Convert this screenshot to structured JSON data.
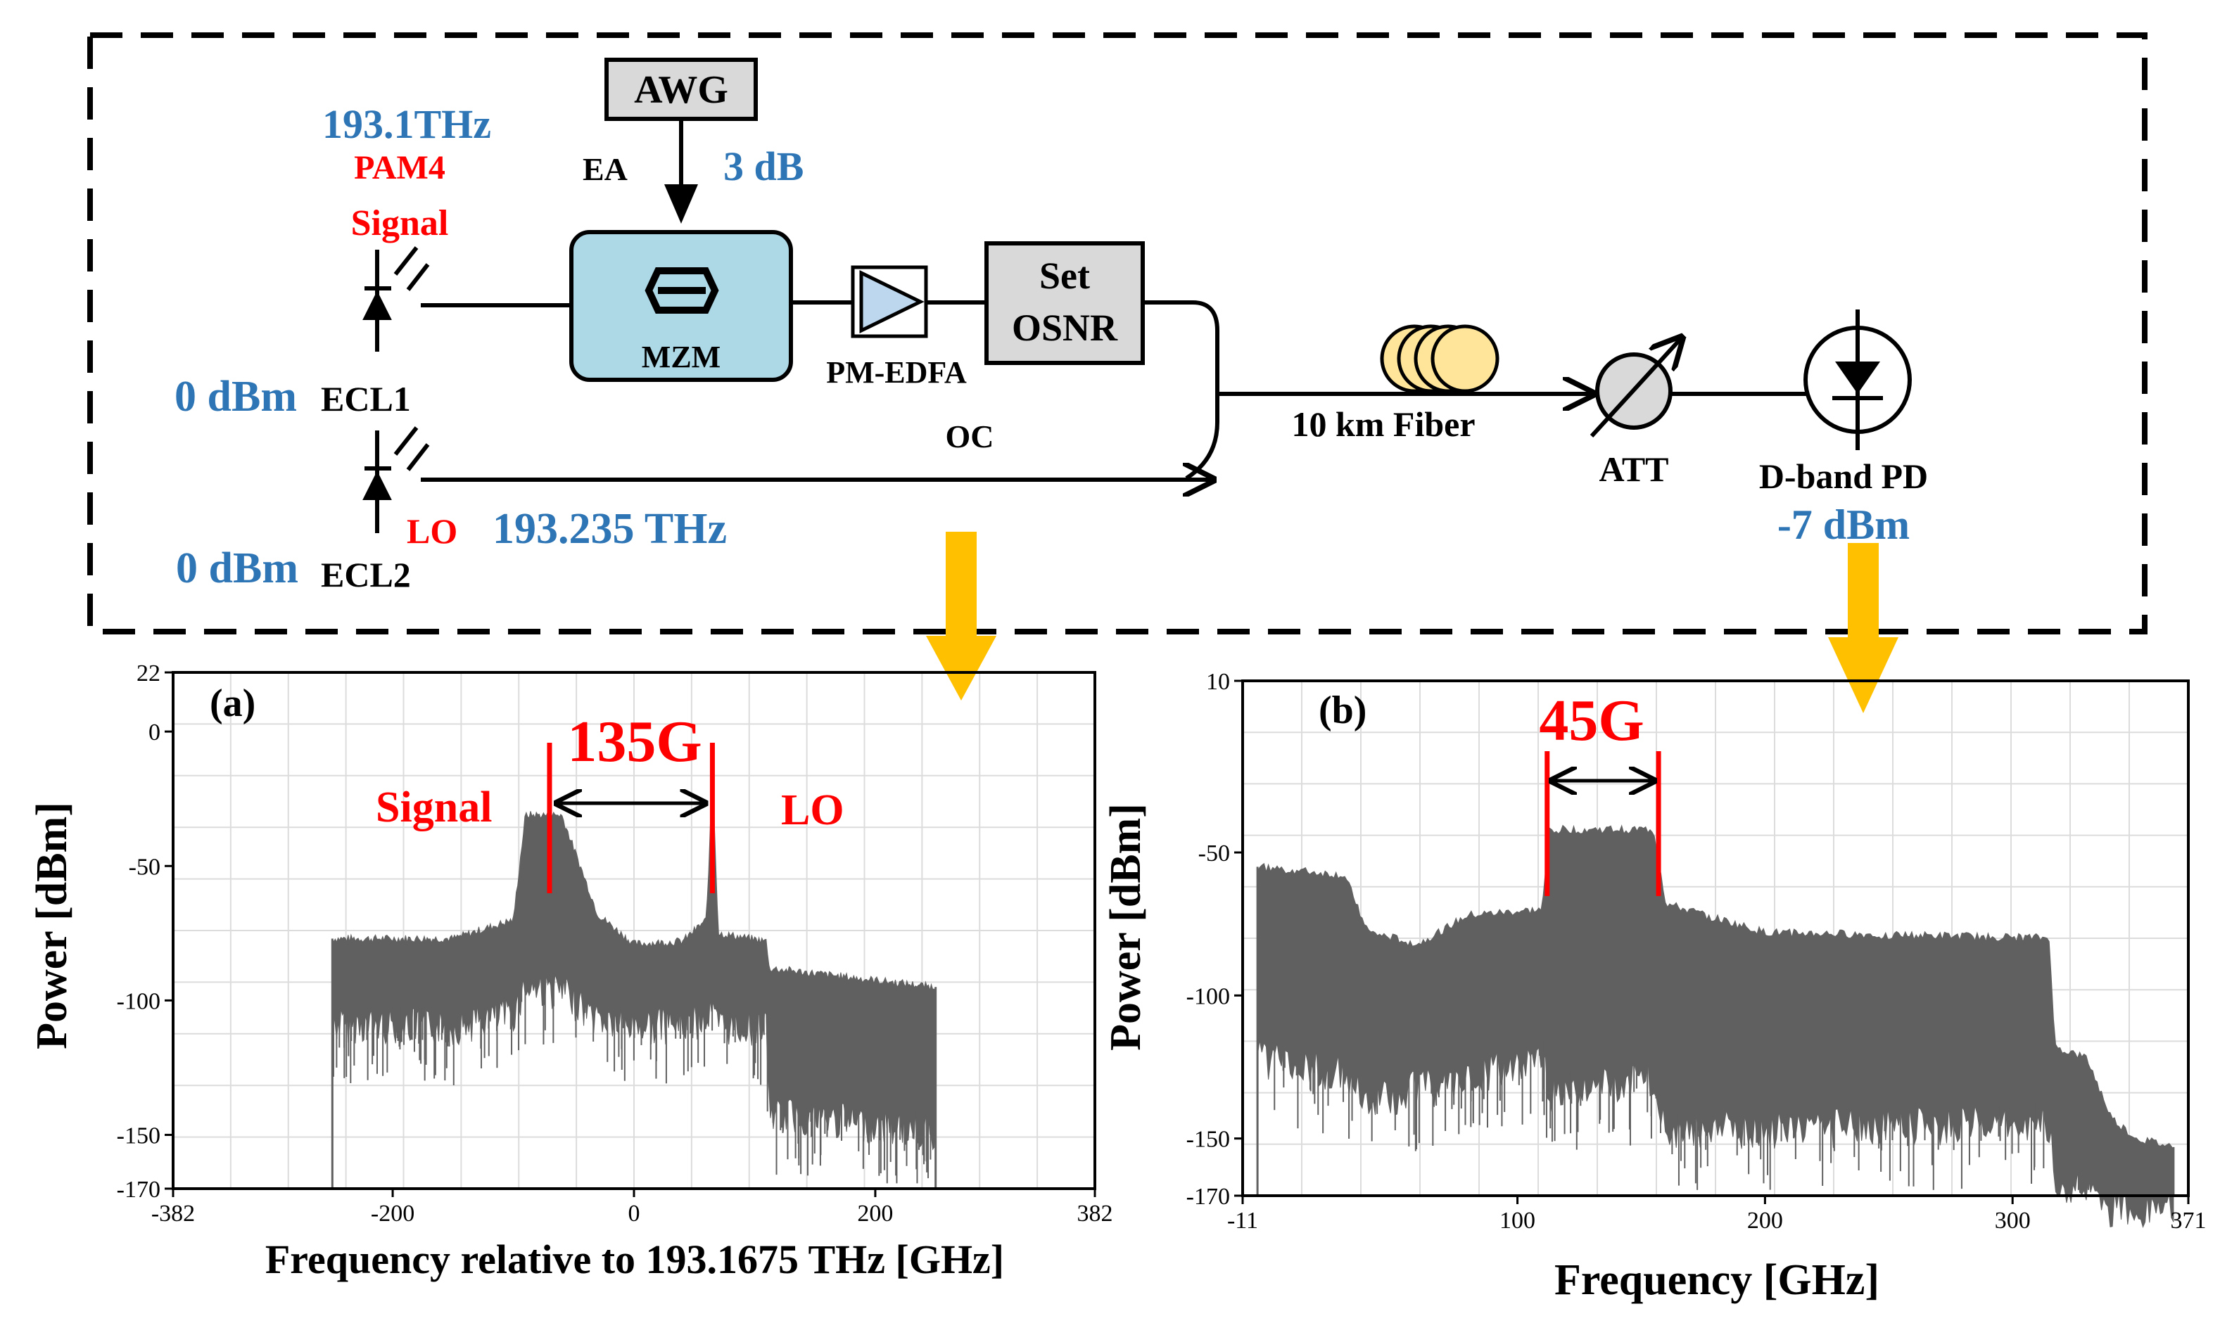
{
  "setup": {
    "awg": "AWG",
    "ea": "EA",
    "ea_gain": "3 dB",
    "ecl1_freq": "193.1THz",
    "pam4": "PAM4",
    "signal": "Signal",
    "mzm": "MZM",
    "pm_edfa": "PM-EDFA",
    "set_osnr_1": "Set",
    "set_osnr_2": "OSNR",
    "ecl1_power": "0 dBm",
    "ecl1": "ECL1",
    "oc": "OC",
    "ecl2_power": "0 dBm",
    "ecl2": "ECL2",
    "lo": "LO",
    "lo_freq": "193.235 THz",
    "fiber": "10 km Fiber",
    "att": "ATT",
    "pd": "D-band PD",
    "pd_power": "-7 dBm"
  },
  "colors": {
    "blue_label": "#2e75b6",
    "red_label": "#ff0000",
    "arrow": "#ffc000",
    "mzm_fill": "#add8e6",
    "box_fill": "#d9d9d9",
    "fiber_fill": "#ffe599",
    "trace": "#606060"
  },
  "chart_data": [
    {
      "type": "area",
      "panel_label": "(a)",
      "xlabel": "Frequency relative to 193.1675 THz [GHz]",
      "ylabel": "Power [dBm]",
      "xlim": [
        -382,
        382
      ],
      "ylim": [
        -170,
        22
      ],
      "x_ticks": [
        "-382",
        "-200",
        "0",
        "200",
        "382"
      ],
      "x_tick_values": [
        -382,
        -200,
        0,
        200,
        382
      ],
      "y_ticks": [
        "22",
        "0",
        "-50",
        "-100",
        "-150",
        "-170"
      ],
      "y_tick_values": [
        22,
        0,
        -50,
        -100,
        -150,
        -170
      ],
      "grid": true,
      "annotations": {
        "spacing": "135G",
        "left": "Signal",
        "right": "LO"
      },
      "marker_lines_x": [
        -70,
        65
      ],
      "spectrum_envelope": {
        "x": [
          -250,
          -150,
          -100,
          -90,
          -60,
          -30,
          0,
          40,
          60,
          63,
          65,
          67,
          70,
          110,
          112,
          250
        ],
        "top": [
          -77,
          -77,
          -70,
          -31,
          -31,
          -68,
          -79,
          -78,
          -70,
          -40,
          -6,
          -40,
          -75,
          -78,
          -88,
          -95
        ],
        "bottom": [
          -102,
          -103,
          -98,
          -88,
          -90,
          -100,
          -103,
          -102,
          -100,
          -98,
          -98,
          -100,
          -103,
          -103,
          -135,
          -142
        ]
      }
    },
    {
      "type": "area",
      "panel_label": "(b)",
      "xlabel": "Frequency [GHz]",
      "ylabel": "Power [dBm]",
      "xlim": [
        -11,
        371
      ],
      "ylim": [
        -170,
        10
      ],
      "x_ticks": [
        "-11",
        "100",
        "200",
        "300",
        "371"
      ],
      "x_tick_values": [
        -11,
        100,
        200,
        300,
        371
      ],
      "y_ticks": [
        "10",
        "-50",
        "-100",
        "-150",
        "-170"
      ],
      "y_tick_values": [
        10,
        -50,
        -100,
        -150,
        -170
      ],
      "grid": true,
      "annotations": {
        "bandwidth": "45G"
      },
      "marker_lines_x": [
        112,
        157
      ],
      "spectrum_envelope": {
        "x": [
          -5,
          30,
          40,
          60,
          80,
          110,
          113,
          155,
          160,
          200,
          315,
          317,
          330,
          340,
          350,
          365
        ],
        "top": [
          -55,
          -58,
          -78,
          -82,
          -72,
          -70,
          -42,
          -42,
          -68,
          -78,
          -80,
          -118,
          -122,
          -143,
          -150,
          -153
        ],
        "bottom": [
          -115,
          -120,
          -130,
          -126,
          -124,
          -112,
          -128,
          -122,
          -140,
          -140,
          -138,
          -160,
          -162,
          -168,
          -169,
          -169
        ]
      }
    }
  ]
}
